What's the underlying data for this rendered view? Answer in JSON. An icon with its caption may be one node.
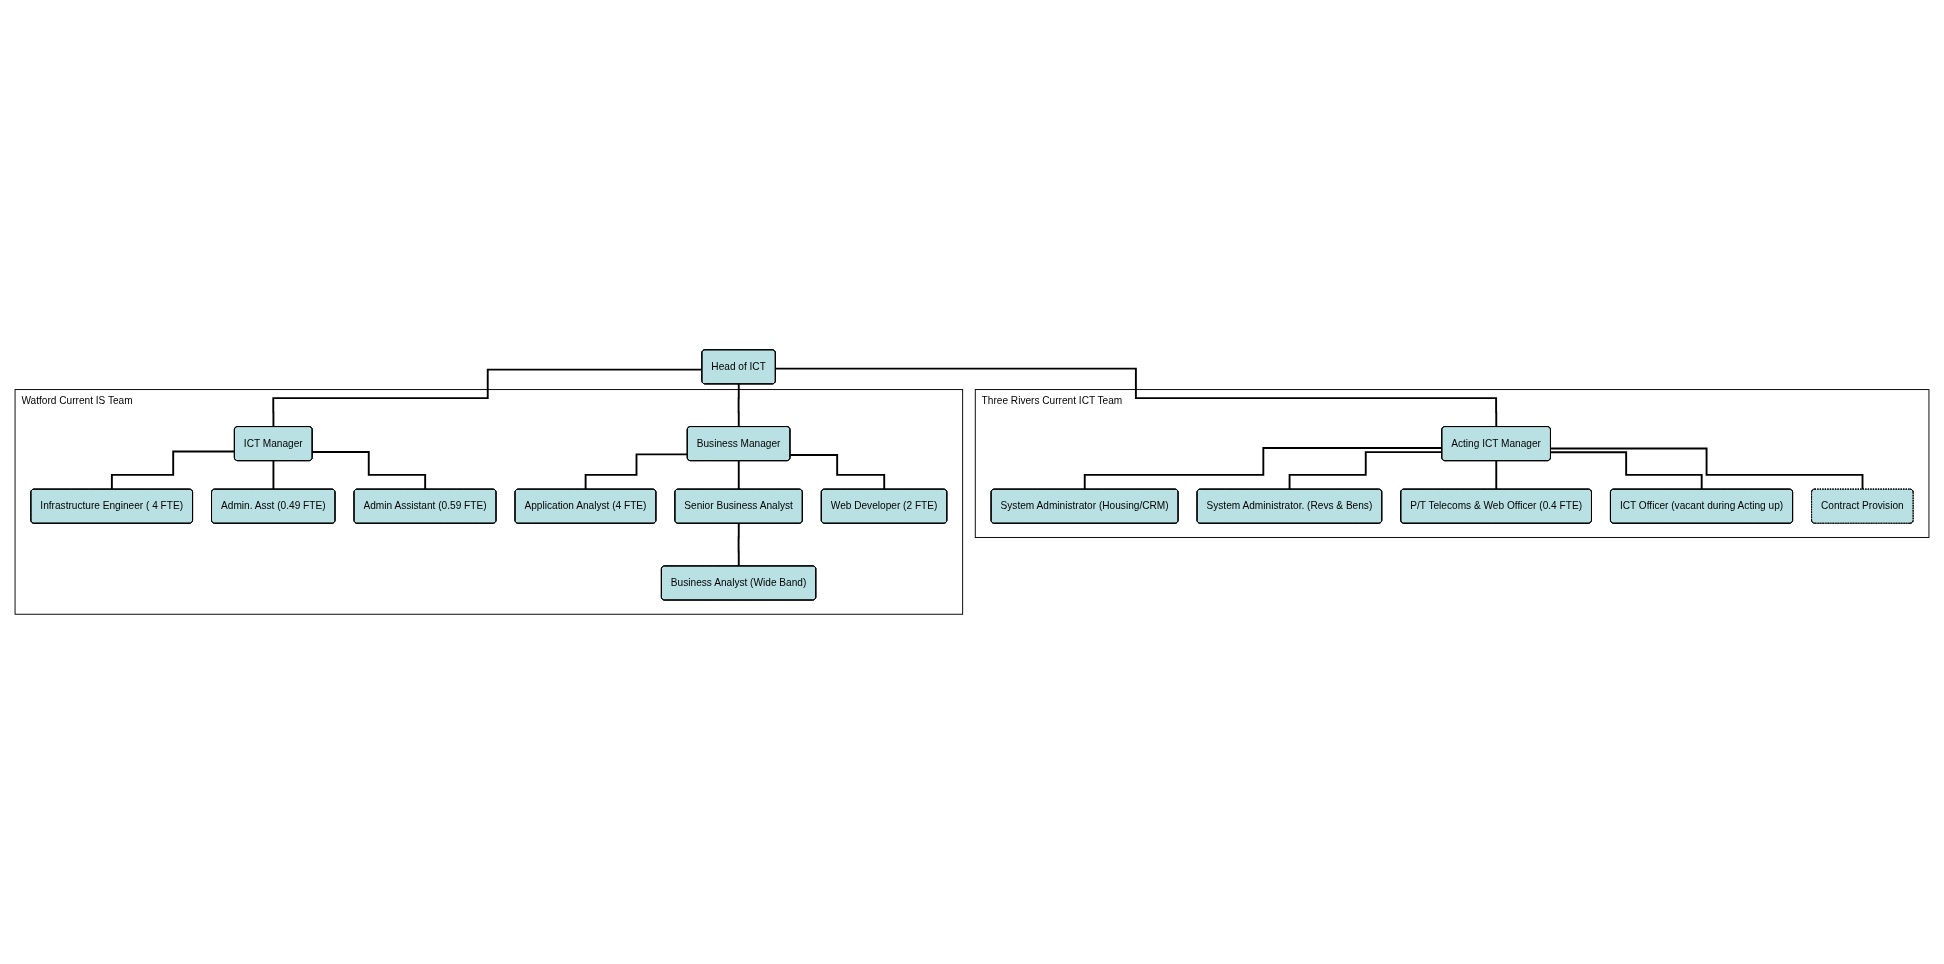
{
  "diagram": {
    "nodes": [
      {
        "text": [
          "Head of ICT"
        ]
      },
      {
        "text": [
          "Watford Current IS Team"
        ]
      },
      {
        "text": [
          "ICT Manager"
        ],
        "in": 1
      },
      {
        "text": [
          "Infrastructure Engineer ( 4 FTE)"
        ],
        "in": 1
      },
      {
        "text": [
          "Admin. Asst (0.49 FTE)"
        ],
        "in": 1
      },
      {
        "text": [
          "Admin Assistant (0.59 FTE)"
        ],
        "in": 1
      },
      {
        "text": [
          "Business Manager"
        ],
        "in": 1
      },
      {
        "text": [
          "Application Analyst (4 FTE)"
        ],
        "in": 1
      },
      {
        "text": [
          "Senior Business Analyst"
        ],
        "in": 1
      },
      {
        "text": [
          "Business Analyst (Wide Band)"
        ],
        "in": 1
      },
      {
        "text": [
          "Web Developer (2 FTE)"
        ],
        "in": 1
      },
      {
        "text": [
          "Three Rivers Current ICT Team"
        ]
      },
      {
        "text": [
          "Acting ICT Manager"
        ],
        "in": 11
      },
      {
        "text": [
          "System Administrator (Housing/CRM)"
        ],
        "in": 11
      },
      {
        "text": [
          "System Administrator. (Revs & Bens)"
        ],
        "in": 11
      },
      {
        "text": [
          "P/T Telecoms & Web Officer (0.4 FTE)"
        ],
        "in": 11
      },
      {
        "text": [
          "ICT Officer (vacant during Acting up)"
        ],
        "in": 11
      },
      {
        "text": [
          "Contract Provision"
        ],
        "in": 11
      }
    ],
    "edges": [
      {
        "from": 0,
        "to": 2,
        "arrow": "none"
      },
      {
        "from": 0,
        "to": 6,
        "arrow": "none"
      },
      {
        "from": 0,
        "to": 12,
        "arrow": "none"
      },
      {
        "from": 2,
        "to": 3,
        "arrow": "none"
      },
      {
        "from": 2,
        "to": 4,
        "arrow": "none"
      },
      {
        "from": 2,
        "to": 5,
        "arrow": "none"
      },
      {
        "from": 6,
        "to": 7,
        "arrow": "none"
      },
      {
        "from": 6,
        "to": 8,
        "arrow": "none"
      },
      {
        "from": 6,
        "to": 10,
        "arrow": "none"
      },
      {
        "from": 8,
        "to": 9,
        "arrow": "none"
      },
      {
        "from": 12,
        "to": 13,
        "arrow": "none"
      },
      {
        "from": 12,
        "to": 14,
        "arrow": "none"
      },
      {
        "from": 12,
        "to": 15,
        "arrow": "none"
      },
      {
        "from": 12,
        "to": 16,
        "arrow": "none"
      },
      {
        "from": 12,
        "to": 17,
        "arrow": "none"
      }
    ]
  }
}
